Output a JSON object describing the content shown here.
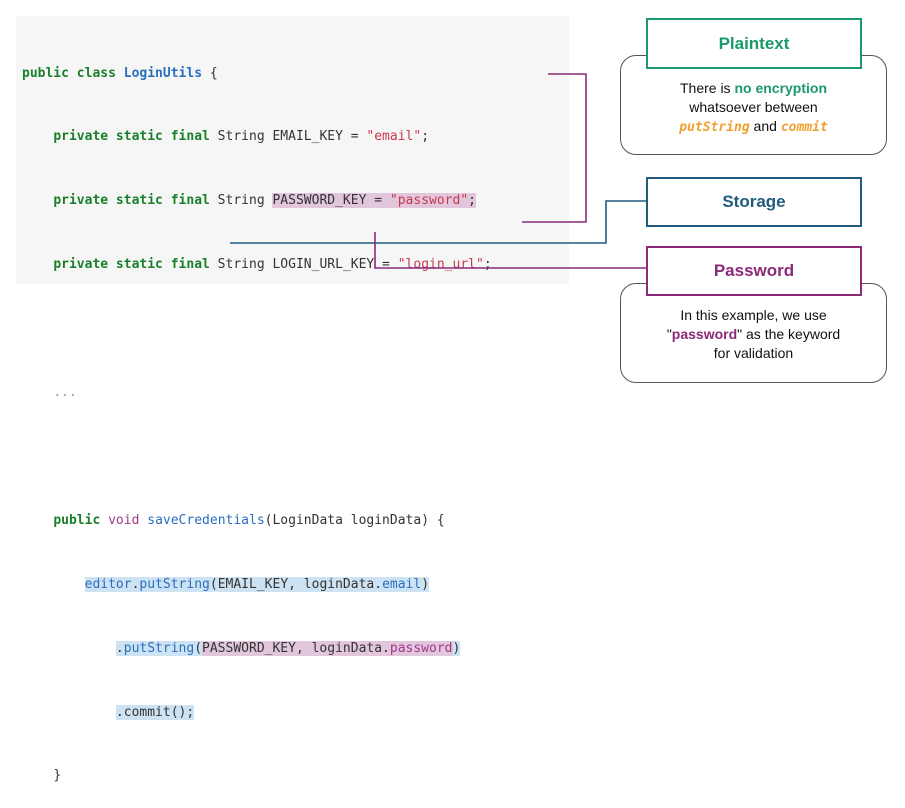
{
  "code": {
    "l1_kw": "public class",
    "l1_name": "LoginUtils",
    "l1_rest": " {",
    "mod": "private static final",
    "type": " String ",
    "email_key": "EMAIL_KEY = ",
    "email_val": "\"email\"",
    "pw_key": "PASSWORD_KEY = ",
    "pw_val": "\"password\"",
    "url_key": "LOGIN_URL_KEY = ",
    "url_val": "\"login_url\"",
    "semi": ";",
    "ellipsis": "...",
    "m_pub": "public",
    "m_void": "void",
    "m_name": "saveCredentials",
    "m_args": "(LoginData loginData) {",
    "ed_obj": "editor",
    "ed_dot": ".",
    "ed_put": "putString",
    "ed_args1": "(EMAIL_KEY, loginData.",
    "ed_email": "email",
    "ed_close": ")",
    "p2_dot": ".",
    "p2_put": "putString",
    "p2_open": "(",
    "p2_args": "PASSWORD_KEY, loginData.",
    "p2_pw": "password",
    "p2_close": ")",
    "commit": ".commit();",
    "close_brace": "}"
  },
  "labels": {
    "plaintext": "Plaintext",
    "storage": "Storage",
    "password": "Password"
  },
  "callouts": {
    "plaintext": {
      "a": "There is ",
      "b": "no encryption",
      "c": "whatsoever between",
      "d": "putString",
      "e": " and ",
      "f": "commit"
    },
    "password": {
      "a": "In this example, we use",
      "b": "\"",
      "c": "password",
      "d": "\" as the keyword",
      "e": "for validation"
    }
  },
  "colors": {
    "plaintext": "#1a9a6a",
    "storage": "#1f5c80",
    "password": "#8a2a78"
  }
}
